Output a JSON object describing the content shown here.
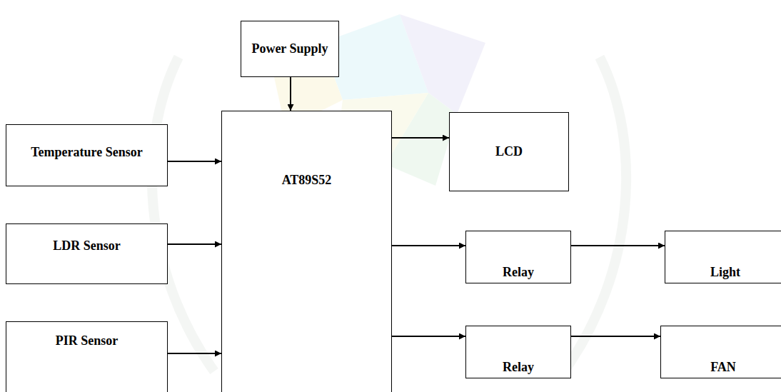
{
  "diagram": {
    "nodes": [
      {
        "text": [
          "Power Supply"
        ]
      },
      {
        "text": [
          "Temperature Sensor"
        ]
      },
      {
        "text": [
          "AT89S52"
        ]
      },
      {
        "text": [
          "LCD"
        ]
      },
      {
        "text": [
          "LDR Sensor"
        ]
      },
      {
        "text": [
          "Relay"
        ]
      },
      {
        "text": [
          "Light"
        ]
      },
      {
        "text": [
          "PIR Sensor"
        ]
      },
      {
        "text": [
          "Relay"
        ]
      },
      {
        "text": [
          "FAN"
        ]
      }
    ],
    "edges": [
      {
        "from": 0,
        "to": 2,
        "arrow": "to"
      },
      {
        "from": 1,
        "to": 2,
        "arrow": "to"
      },
      {
        "from": 4,
        "to": 2,
        "arrow": "to"
      },
      {
        "from": 7,
        "to": 2,
        "arrow": "to"
      },
      {
        "from": 2,
        "to": 3,
        "arrow": "to"
      },
      {
        "from": 2,
        "to": 5,
        "arrow": "to"
      },
      {
        "from": 5,
        "to": 6,
        "arrow": "to"
      },
      {
        "from": 2,
        "to": 8,
        "arrow": "to"
      },
      {
        "from": 8,
        "to": 9,
        "arrow": "to"
      }
    ]
  }
}
